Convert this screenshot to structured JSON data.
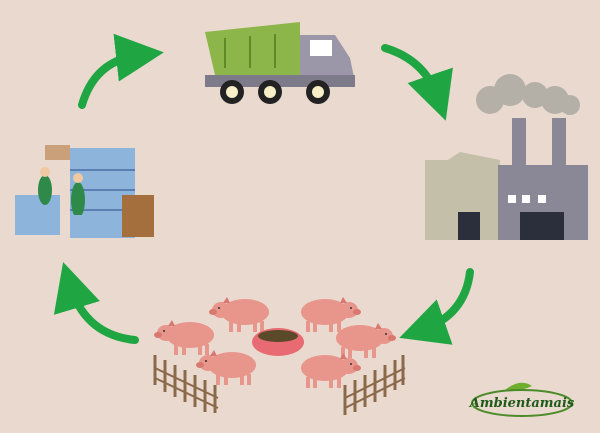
{
  "logo": {
    "text": "Ambientamais"
  },
  "colors": {
    "background": "#e9d9ce",
    "arrow": "#1fa541",
    "truck_body": "#8db64a",
    "truck_cab": "#9b97a8",
    "factory": "#8a8897",
    "pig": "#e8958c"
  },
  "cycle": [
    "store",
    "truck",
    "factory",
    "pigs"
  ]
}
